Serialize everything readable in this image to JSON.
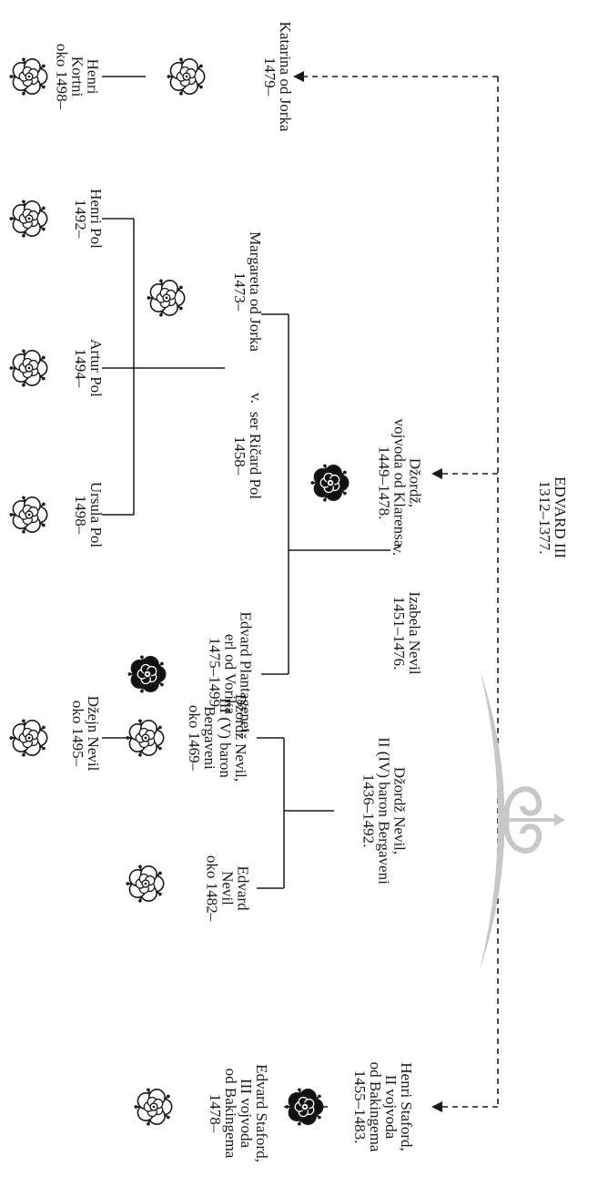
{
  "people": {
    "edward3": [
      "EDVARD III",
      "1312–1377."
    ],
    "george": [
      "Džordž,",
      "vojvoda od Klarensa",
      "1449–1478."
    ],
    "isabel": [
      "Izabela Nevil",
      "1451–1476."
    ],
    "katherine": [
      "Katarina od Jorka",
      "1479–"
    ],
    "courtenay": [
      "Henri",
      "Kortni",
      "oko 1498–"
    ],
    "margaret": [
      "Margareta od Jorka",
      "1473–"
    ],
    "richard_pole": [
      "ser Ričard Pol",
      "1458–"
    ],
    "edward_warwick": [
      "Edvard Plantagenet,",
      "erl od Vorika",
      "1475–1499."
    ],
    "henry_pole": [
      "Henri Pol",
      "1492–"
    ],
    "arthur_pole": [
      "Artur Pol",
      "1494–"
    ],
    "ursula_pole": [
      "Ursula Pol",
      "1498–"
    ],
    "george_nevill_ii": [
      "Džordž Nevil,",
      "II (IV) baron Bergaveni",
      "1436–1492."
    ],
    "george_nevill_iii": [
      "Džordž Nevil,",
      "III (V) baron",
      "Bergaveni",
      "oko 1469–"
    ],
    "edward_nevill": [
      "Edvard",
      "Nevil",
      "oko 1482–"
    ],
    "jane_nevill": [
      "Džejn Nevil",
      "oko 1495–"
    ],
    "henry_stafford": [
      "Henri Staford,",
      "II vojvoda",
      "od Bakingema",
      "1455–1483."
    ],
    "edward_stafford": [
      "Edvard Staford,",
      "III vojvoda",
      "od Bakingema",
      "1478–"
    ]
  },
  "marriage_marker": "v.",
  "icons": {
    "white_rose": "white-rose-icon",
    "black_rose": "black-rose-icon",
    "fleuron": "fleuron-ornament-icon"
  },
  "colors": {
    "ink": "#1a1a1a",
    "ornament": "#c8c8c8",
    "black_rose": "#111111",
    "white_rose": "#ffffff"
  }
}
